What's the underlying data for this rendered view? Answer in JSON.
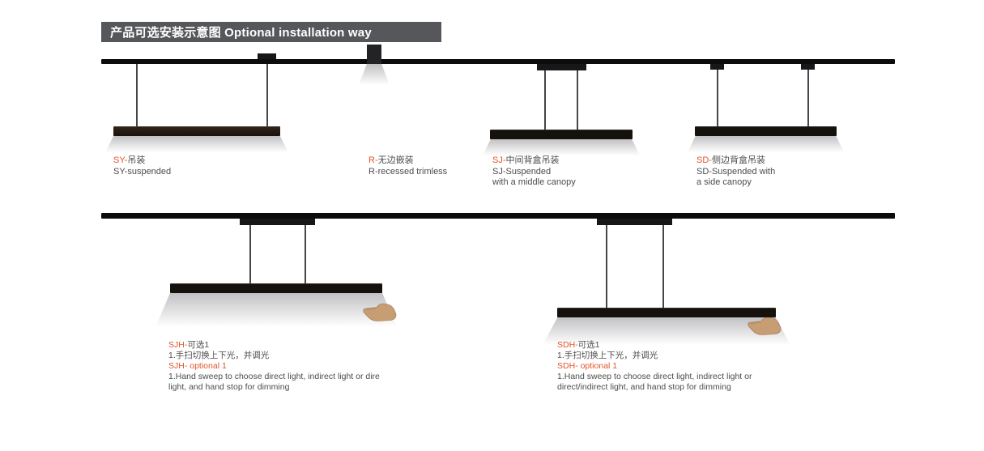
{
  "header": {
    "title": "产品可选安装示意图 Optional installation way"
  },
  "colors": {
    "accent": "#e2552b",
    "text": "#4c4c4e",
    "header_bg": "#56575b",
    "ceiling": "#0c0c0d",
    "glow": "#b2b2b5",
    "hand_skin": "#c79d74"
  },
  "icons": {
    "hand": "hand-sweep-icon"
  },
  "installations": {
    "sy": {
      "code_cn": "SY-",
      "name_cn": "吊装",
      "line_en": "SY-suspended"
    },
    "r": {
      "code_cn": "R-",
      "name_cn": "无边嵌装",
      "line_en": "R-recessed trimless"
    },
    "sj": {
      "code_cn": "SJ-",
      "name_cn": "中间背盒吊装",
      "line_en1": "SJ-Suspended",
      "line_en2": "with a middle canopy"
    },
    "sd": {
      "code_cn": "SD-",
      "name_cn": "侧边背盒吊装",
      "line_en1": "SD-Suspended with",
      "line_en2": "a side canopy"
    },
    "sjh": {
      "code_cn": "SJH-",
      "name_cn": "可选1",
      "line_cn2": "1.手扫切换上下光，并调光",
      "optional_en": "SJH- optional 1",
      "desc_en1": "1.Hand sweep to choose direct light, indirect light or dire",
      "desc_en2": "light, and hand stop for dimming"
    },
    "sdh": {
      "code_cn": "SDH-",
      "name_cn": "可选1",
      "line_cn2": "1.手扫切换上下光，并调光",
      "optional_en": "SDH- optional 1",
      "desc_en1": "1.Hand sweep to choose direct light, indirect light or",
      "desc_en2": "direct/indirect light, and hand stop for dimming"
    }
  }
}
